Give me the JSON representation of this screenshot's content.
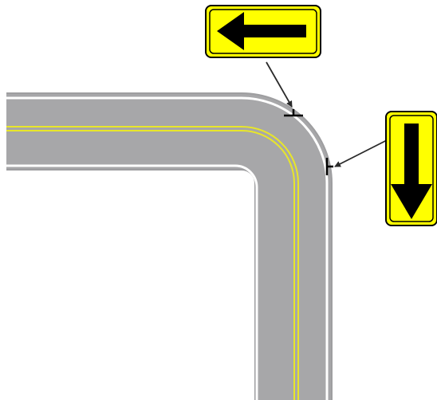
{
  "colors": {
    "background": "#ffffff",
    "road_surface": "#a7a7a9",
    "road_edge": "#9e9ea0",
    "edge_lines": "#ffffff",
    "center_lines": "#e8e62a",
    "sign_background": "#ffff00",
    "sign_symbol": "#000000",
    "leader_lines": "#2a2a2a"
  },
  "signs": [
    {
      "id": "horizontal-arrow-sign",
      "arrow_direction": "left"
    },
    {
      "id": "vertical-arrow-sign",
      "arrow_direction": "down"
    }
  ]
}
